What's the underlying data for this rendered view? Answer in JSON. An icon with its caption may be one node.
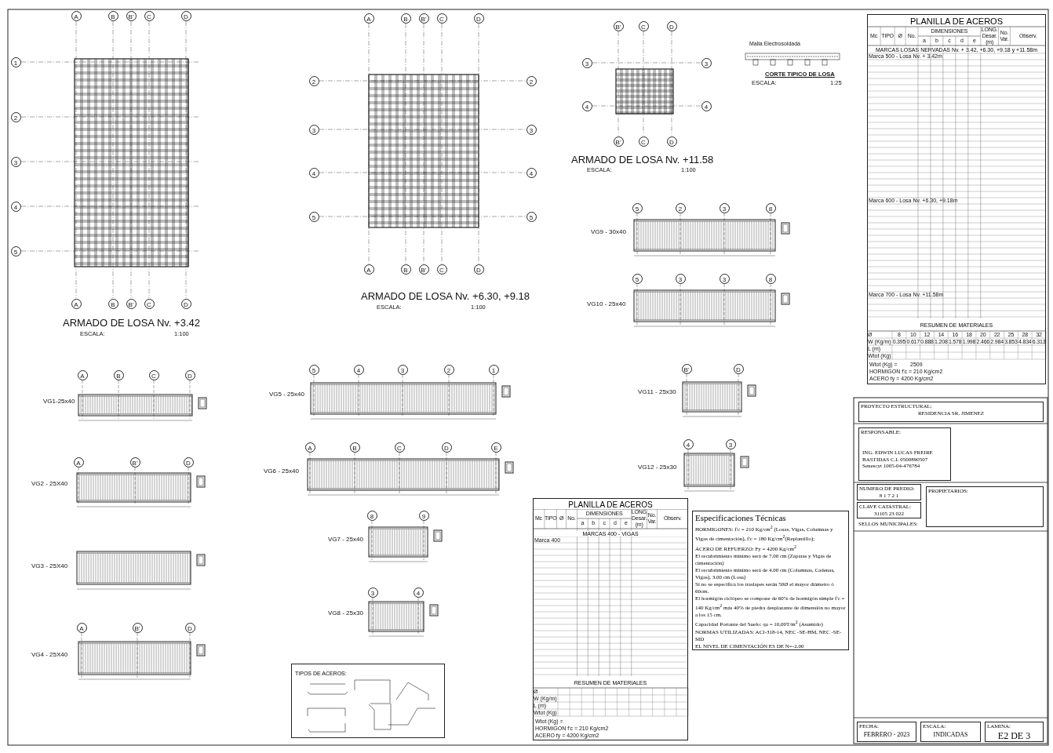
{
  "diagram": {
    "nodes": [
      {
        "text": [
          "PLANILLA DE ACEROS",
          "MARCAS LOSAS NERVADAS Nv. + 3.42, +6.30, +9.18 y +11.58m",
          "RESUMEN DE MATERIALES"
        ]
      },
      {
        "text": [
          "PLANILLA DE ACEROS",
          "MARCAS 400 - VIGAS",
          "RESUMEN DE MATERIALES"
        ]
      },
      {
        "text": [
          "Especificaciones Técnicas",
          "HORMIGONES: f'c = 210 Kg/cm$^{2}$ (Losas, Vigas, Columnas y Vigas de cimentación), f'c = 180 Kg/cm$^{2}$(Replantillo);",
          "ACERO DE REFUERZO: Fy = 4200 Kg/cm$^{2}$",
          "El recubrimiento mínimo será de 7.00 cm (Zapatas y Vigas de cimentación)",
          "El recubrimiento mínimo será de 4.00 cm (Columnas, Cadenas, Vigas), 3.00 cm (Losa)",
          "Si no se especifica los traslapes serán 50Ø el mayor diámetro ó 60cm.",
          "El hormigón ciclópeo se compone de 60% de hormigón simple f'c = 140 Kg/cm$^{2}$ más 40% de piedra desplazante de dimensión no mayor a los 15 cm.",
          "Capacidad Portante del Suelo: qa = 10,00T/m$^{2}$ (Asumido)",
          "NORMAS UTILIZADAS: ACI-318-14, NEC -SE-HM, NEC -SE-MD",
          "EL NIVEL DE CIMENTACIÓN ES DE N=-2.00"
        ]
      },
      {
        "text": [
          "PROYECTO ESTRUCTURAL:",
          "RESIDENCIA SR. JIMENEZ"
        ]
      },
      {
        "text": [
          "RESPONSABLE:",
          "ING. EDWIN LUCAS FREIRE BASTIDAS C.I. 0500890507 Senescyt 1005-04-476784"
        ]
      },
      {
        "text": [
          "NUMERO DE PREDIO:",
          "8 1 7 2 1"
        ]
      },
      {
        "text": [
          "CLAVE CATASTRAL:",
          "31105 23 022"
        ]
      },
      {
        "text": [
          "SELLOS MUNICIPALES:"
        ]
      },
      {
        "text": [
          "PROPIETARIOS:"
        ]
      },
      {
        "text": [
          "FECHA:",
          "FEBRERO - 2023"
        ]
      },
      {
        "text": [
          "ESCALA:",
          "INDICADAS"
        ]
      },
      {
        "text": [
          "LAMINA:",
          "E2 DE 3"
        ]
      },
      {
        "text": [
          "TIPOS DE ACEROS:"
        ]
      }
    ],
    "labels": [
      "ARMADO DE LOSA Nv. +3.42",
      "ESCALA:",
      "1:100",
      "ARMADO DE LOSA Nv. +6.30, +9.18",
      "ESCALA:",
      "1:100",
      "ARMADO DE LOSA Nv. +11.58",
      "ESCALA:",
      "1:100",
      "Malla Electrosoldada",
      "CORTE TIPICO DE LOSA",
      "ESCALA:",
      "1:25",
      "A",
      "B",
      "B'",
      "C",
      "D",
      "A",
      "B",
      "B'",
      "C",
      "D",
      "1",
      "2",
      "3",
      "4",
      "5",
      "A",
      "B",
      "B'",
      "C",
      "D",
      "A",
      "B",
      "B'",
      "C",
      "D",
      "2",
      "3",
      "4",
      "5",
      "2",
      "3",
      "4",
      "5",
      "B'",
      "C",
      "D",
      "B'",
      "C",
      "D",
      "3",
      "4",
      "3",
      "4",
      "VG1-25x40",
      "A",
      "B",
      "C",
      "D",
      "VG2 - 25X40",
      "A",
      "B'",
      "D",
      "VG3 - 25X40",
      "VG4 - 25X40",
      "A",
      "B'",
      "D",
      "VG5 - 25x40",
      "5",
      "4",
      "3",
      "2",
      "1",
      "VG6 - 25x40",
      "A",
      "B",
      "C",
      "D",
      "E",
      "VG7 - 25x40",
      "8",
      "9",
      "VG8 - 25x30",
      "3",
      "4",
      "VG9 - 30x40",
      "5",
      "2",
      "3",
      "8",
      "VG10 - 25x40",
      "5",
      "3",
      "3",
      "8",
      "VG11 - 25x30",
      "B'",
      "D",
      "VG12 - 25x30",
      "4",
      "3",
      "Mc",
      "TIPO",
      "Ø",
      "No.",
      "DIMENSIONES",
      "a",
      "b",
      "c",
      "d",
      "e",
      "LONG. Desar. (m)",
      "No. Var.",
      "Observ.",
      "Marca 500 - Losa Nv. + 3.42m",
      "Marca 600 - Losa Nv. +6.30, +9.18m",
      "Marca 700 - Losa Nv. +11.58m",
      "Ø",
      "8",
      "10",
      "12",
      "14",
      "16",
      "18",
      "20",
      "22",
      "25",
      "28",
      "32",
      "W (Kg/m)",
      "0.395",
      "0.617",
      "0.888",
      "1.208",
      "1.578",
      "1.998",
      "2.466",
      "2.984",
      "3.853",
      "4.834",
      "6.313",
      "L (m)",
      "Wtot (Kg)",
      "Wtot (Kg) =",
      "2509",
      "HORMIGON f'c = 210 Kg/cm2",
      "ACERO fy = 4200 Kg/cm2",
      "Mc",
      "TIPO",
      "Ø",
      "No.",
      "DIMENSIONES",
      "a",
      "b",
      "c",
      "d",
      "e",
      "LONG. Desar. (m)",
      "No. Var.",
      "Observ.",
      "Marca 400",
      "Ø",
      "W (Kg/m)",
      "L (m)",
      "Wtot (Kg)",
      "Wtot (Kg) =",
      "HORMIGON f'c = 210 Kg/cm2",
      "ACERO fy = 4200 Kg/cm2"
    ]
  }
}
